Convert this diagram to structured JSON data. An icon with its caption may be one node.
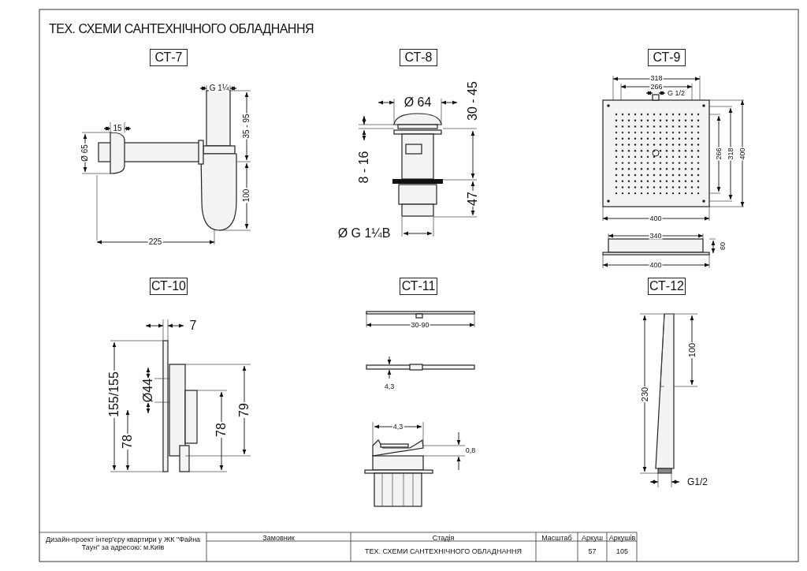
{
  "diagram": {
    "title": "ТЕХ. СХЕМИ САНТЕХНІЧНОГО ОБЛАДНАННЯ",
    "nodes": [
      {
        "text": [
          "СТ-7"
        ]
      },
      {
        "text": [
          "СТ-8"
        ]
      },
      {
        "text": [
          "СТ-9"
        ]
      },
      {
        "text": [
          "СТ-10"
        ]
      },
      {
        "text": [
          "СТ-11"
        ]
      },
      {
        "text": [
          "СТ-12"
        ]
      }
    ],
    "edges": [],
    "labels": [
      "G 1¼",
      "15",
      "35 - 95",
      "Ø 65",
      "100",
      "225",
      "Ø 64",
      "30 - 45",
      "8 - 16",
      "47",
      "Ø G 1¼B",
      "318",
      "266",
      "G 1/2",
      "266",
      "318",
      "400",
      "400",
      "340",
      "60",
      "400",
      "7",
      "155/155",
      "Ø44",
      "79",
      "78",
      "78",
      "30-90",
      "4,3",
      "4,3",
      "0,8",
      "100",
      "230",
      "G1/2",
      "Дизайн-проект інтер'єру квартири у ЖК \"Файна Таун\" за адресою: м.Київ",
      "Замовник",
      "Стадія",
      "Масштаб",
      "Аркуш",
      "Аркушів",
      "ТЕХ. СХЕМИ САНТЕХНІЧНОГО ОБЛАДНАННЯ",
      "57",
      "105"
    ]
  }
}
